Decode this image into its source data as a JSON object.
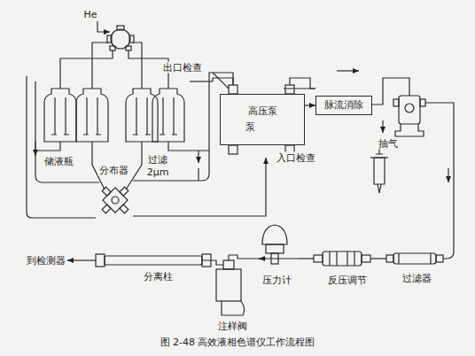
{
  "diagram": {
    "caption": "图 2-48  高效液相色谱仪工作流程图",
    "nodes": [
      {
        "text": [
          "高压泵",
          "泵"
        ]
      },
      {
        "text": [
          "脉流消除"
        ]
      }
    ],
    "edges": [
      {
        "from": 0,
        "to": 1,
        "arrow": "to"
      }
    ],
    "labels": [
      "He",
      "出口检查",
      "储液瓶",
      "分布器",
      "过滤",
      "2μm",
      "入口检查",
      "抽气",
      "到检测器",
      "分离柱",
      "压力计",
      "反压调节",
      "过滤器",
      "注样阀"
    ]
  }
}
